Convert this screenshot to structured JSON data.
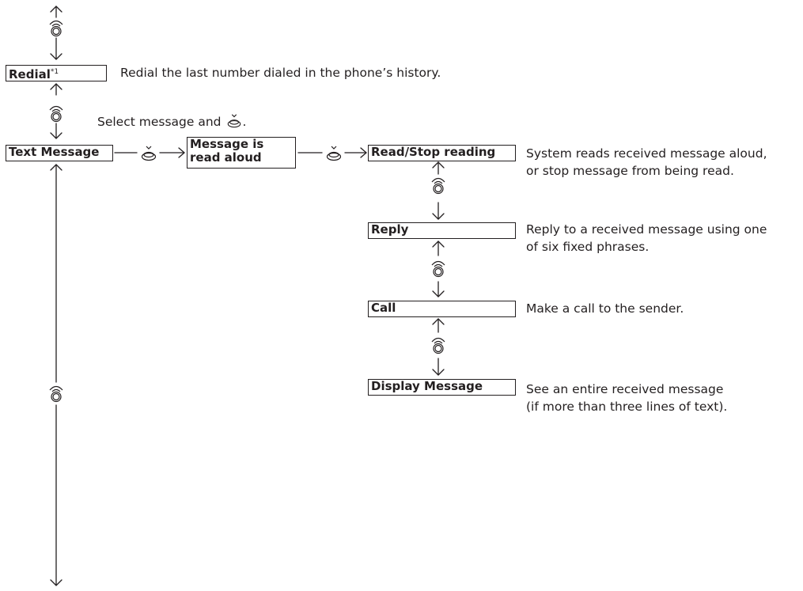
{
  "boxes": {
    "redial": {
      "label": "Redial",
      "footnote": "*1"
    },
    "text_message": {
      "label": "Text Message"
    },
    "message_read_aloud": {
      "line1": "Message is",
      "line2": "read aloud"
    },
    "read_stop": {
      "label": "Read/Stop reading"
    },
    "reply": {
      "label": "Reply"
    },
    "call": {
      "label": "Call"
    },
    "display_message": {
      "label": "Display Message"
    }
  },
  "descriptions": {
    "redial": "Redial the last number dialed in the phone’s history.",
    "select_message_prefix": "Select message and",
    "select_message_suffix": ".",
    "read_stop_line1": "System reads received message aloud,",
    "read_stop_line2": "or stop message from being read.",
    "reply_line1": "Reply to a received message using one",
    "reply_line2": "of six fixed phrases.",
    "call": "Make a call to the sender.",
    "display_line1": "See an entire received message",
    "display_line2": "(if more than three lines of text)."
  },
  "icons": {
    "rotate": "interface-dial-rotate-icon",
    "press": "interface-dial-press-icon"
  }
}
